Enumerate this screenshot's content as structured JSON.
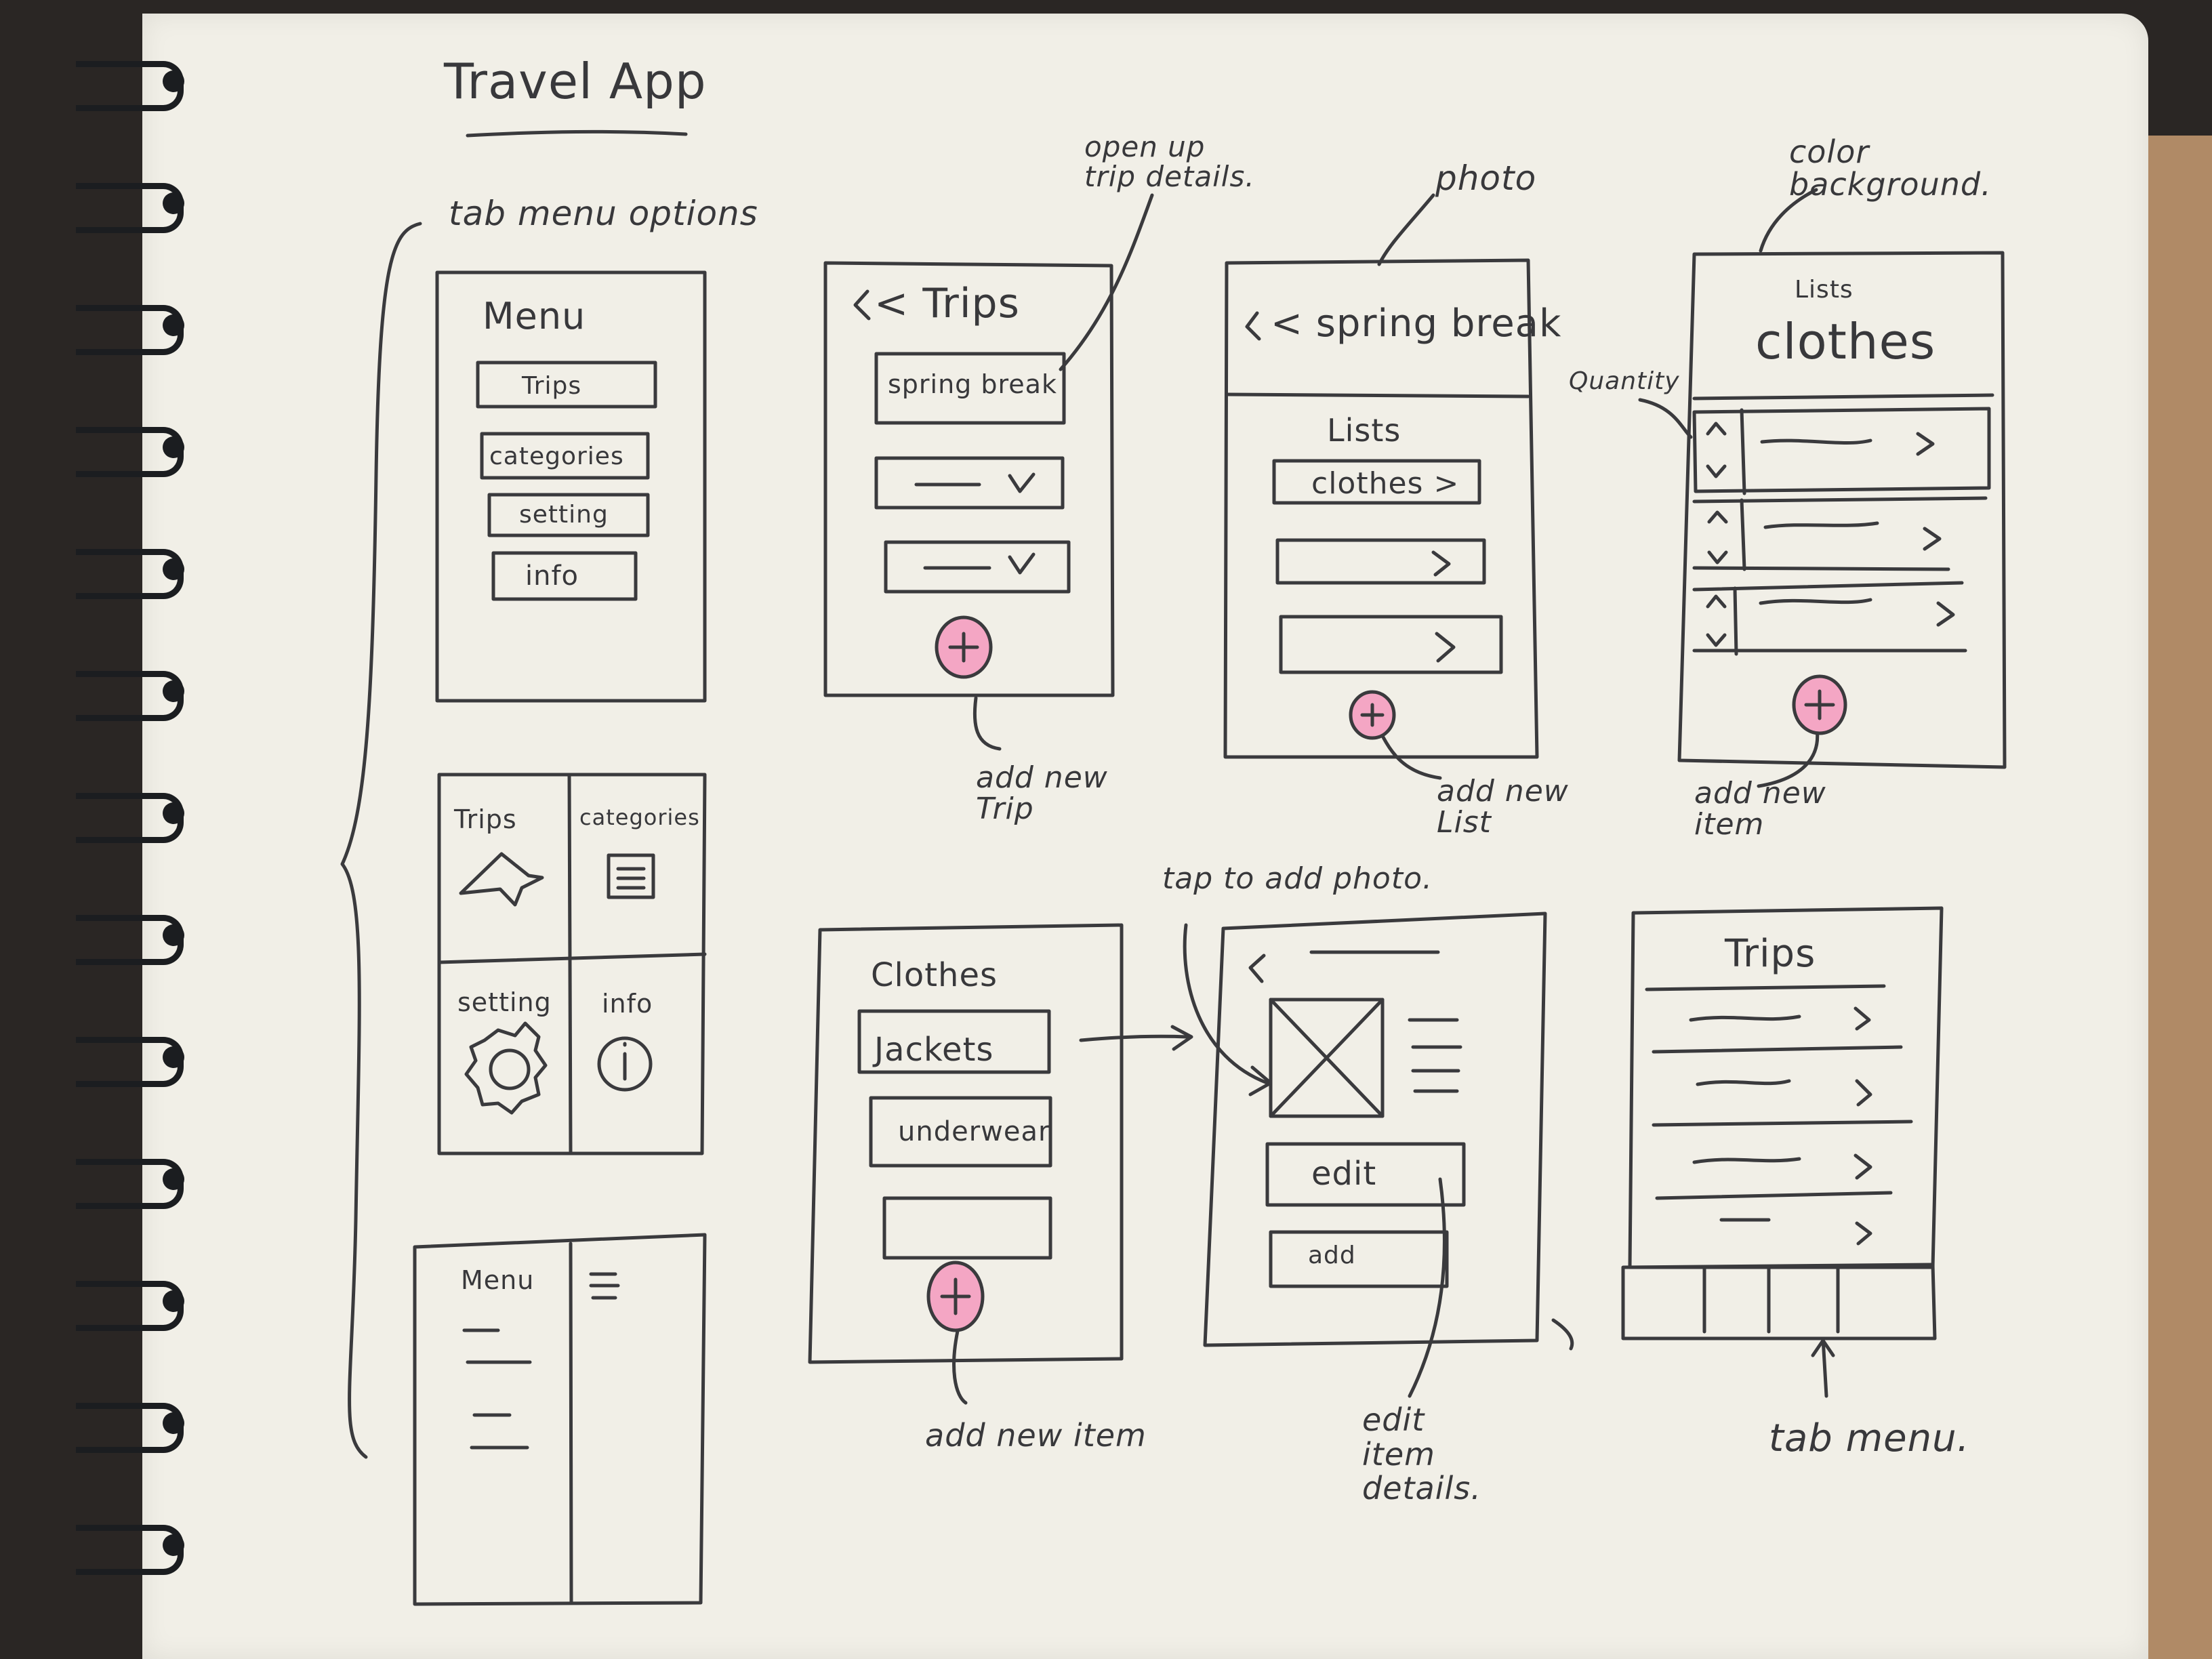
{
  "title": "Travel App",
  "labels": {
    "tab_menu_options": "tab menu options",
    "open_trip": "open up trip details.",
    "photo": "photo",
    "color_bg": "color background.",
    "quantity": "Quantity",
    "add_new_trip": "add new Trip",
    "add_new_list": "add new List",
    "add_new_item": "add new item",
    "tap_photo": "tap to add photo.",
    "add_new_item2": "add new item",
    "edit_details": "edit item details.",
    "tab_menu": "tab menu."
  },
  "screens": {
    "menu": {
      "title": "Menu",
      "items": [
        "Trips",
        "categories",
        "setting",
        "info"
      ]
    },
    "grid": {
      "cells": [
        "Trips",
        "categories",
        "setting",
        "info"
      ]
    },
    "drawer": {
      "title": "Menu"
    },
    "trips": {
      "title": "< Trips",
      "first": "spring break"
    },
    "spring": {
      "title": "< spring break",
      "lists_label": "Lists",
      "first_list": "clothes >"
    },
    "lists": {
      "label": "Lists",
      "title": "clothes"
    },
    "clothes": {
      "title": "Clothes",
      "items": [
        "Jackets",
        "underwear"
      ]
    },
    "detail": {
      "buttons": [
        "edit",
        "add"
      ]
    },
    "tabtrips": {
      "title": "Trips"
    }
  },
  "colors": {
    "ink": "#38383b",
    "plus_fill": "#f4a6c4",
    "paper": "#f1efe7"
  },
  "icons": [
    "plane-icon",
    "list-icon",
    "gear-icon",
    "info-icon",
    "plus-icon",
    "chevron-right-icon",
    "chevron-left-icon",
    "hamburger-icon",
    "image-placeholder-icon"
  ]
}
